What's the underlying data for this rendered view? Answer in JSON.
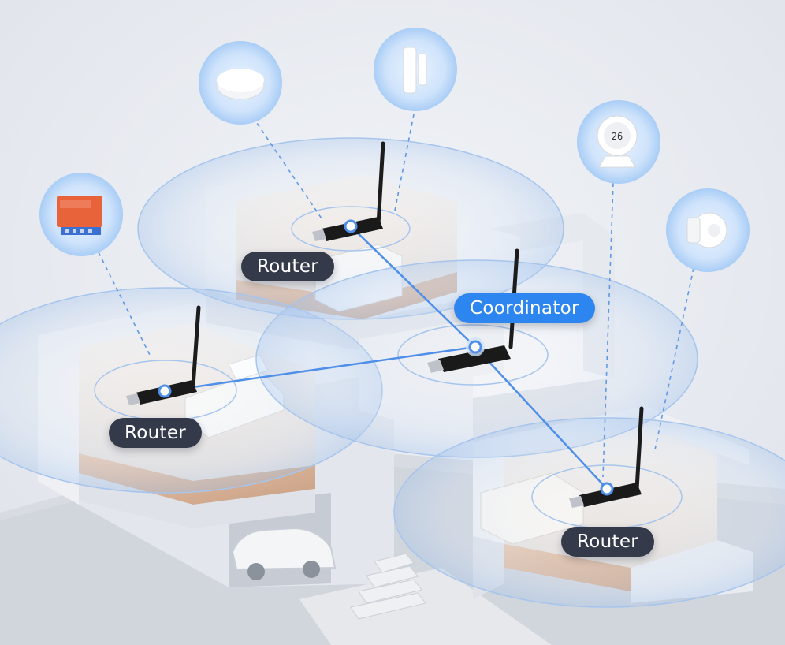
{
  "labels": {
    "router_top": "Router",
    "router_left": "Router",
    "router_right": "Router",
    "coordinator": "Coordinator"
  },
  "colors": {
    "background": "#e9ecf2",
    "router_pill": "#343a4a",
    "coordinator_pill": "#2d86f0",
    "signal_line": "#4f8fea",
    "device_circle": "#cfe3fb",
    "relay_module": "#e8623a"
  },
  "devices": [
    {
      "name": "smart-hub",
      "icon": "round-puck-icon"
    },
    {
      "name": "door-window-sensor",
      "icon": "door-sensor-icon"
    },
    {
      "name": "temperature-humidity-sensor",
      "icon": "thermometer-display-icon"
    },
    {
      "name": "motion-sensor",
      "icon": "motion-sensor-icon"
    },
    {
      "name": "relay-switch-module",
      "icon": "relay-module-icon"
    }
  ]
}
